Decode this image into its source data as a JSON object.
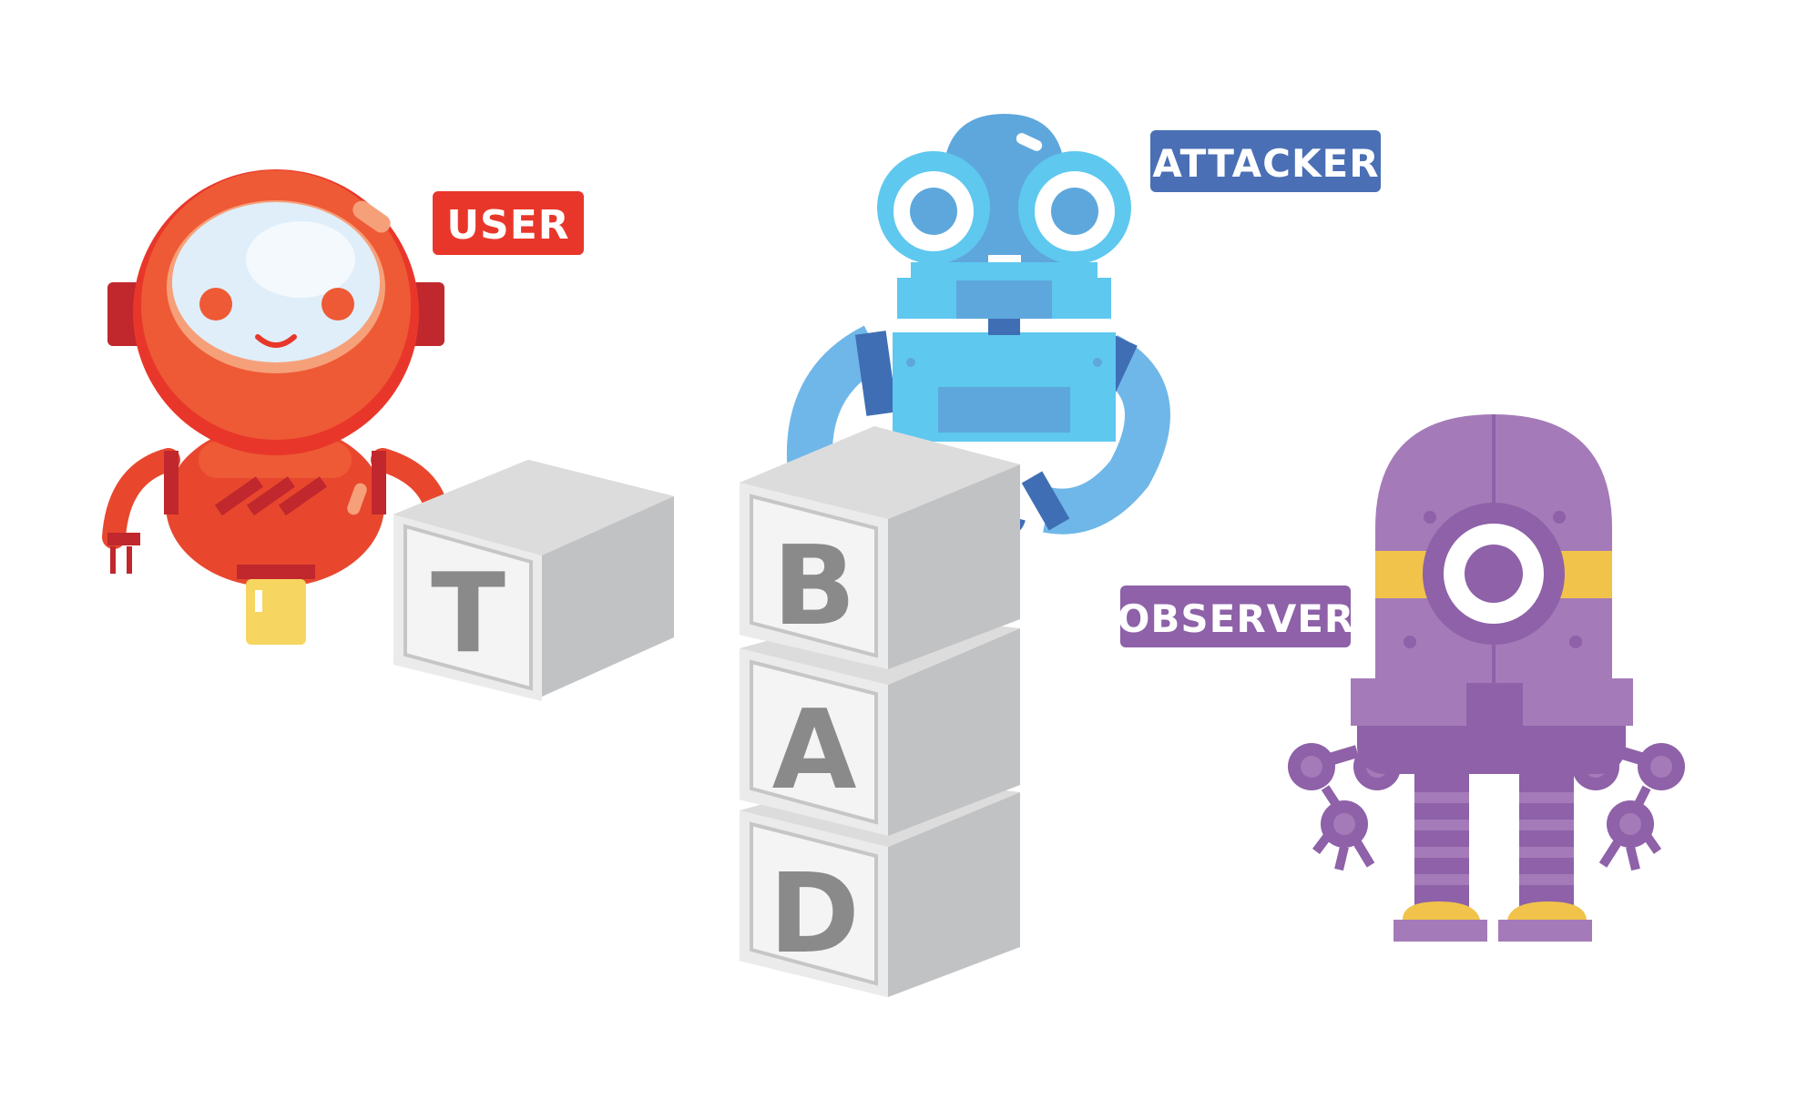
{
  "labels": {
    "user": "USER",
    "attacker": "ATTACKER",
    "observer": "OBSERVER"
  },
  "blocks": {
    "single": "T",
    "stack_top": "B",
    "stack_middle": "A",
    "stack_bottom": "D"
  },
  "colors": {
    "user": "#e8372a",
    "attacker": "#4a6fb5",
    "observer": "#8e61a8",
    "block_face": "#ebebeb",
    "block_side": "#c1c2c4",
    "block_top": "#dcdcdc"
  }
}
